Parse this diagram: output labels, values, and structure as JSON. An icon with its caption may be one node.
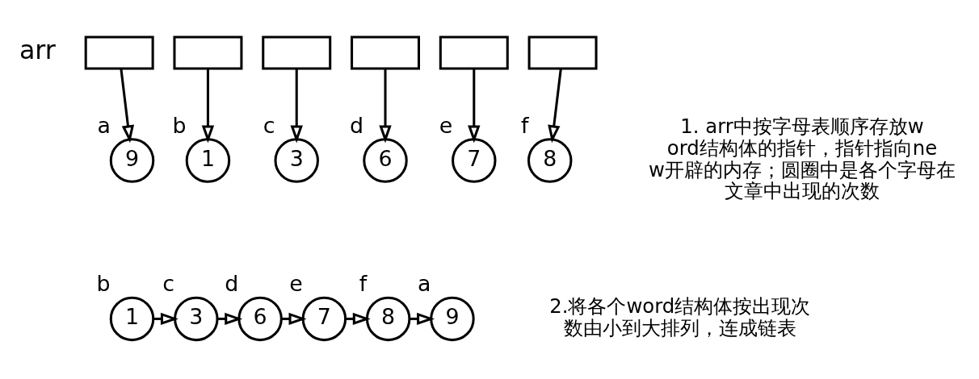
{
  "diagram": {
    "nodes": [
      {
        "text": [],
        "shape": "box"
      },
      {
        "text": [],
        "shape": "box"
      },
      {
        "text": [],
        "shape": "box"
      },
      {
        "text": [],
        "shape": "box"
      },
      {
        "text": [],
        "shape": "box"
      },
      {
        "text": [],
        "shape": "box"
      },
      {
        "text": [
          "9"
        ],
        "beside": [
          "a"
        ]
      },
      {
        "text": [
          "1"
        ],
        "beside": [
          "b"
        ]
      },
      {
        "text": [
          "3"
        ],
        "beside": [
          "c"
        ]
      },
      {
        "text": [
          "6"
        ],
        "beside": [
          "d"
        ]
      },
      {
        "text": [
          "7"
        ],
        "beside": [
          "e"
        ]
      },
      {
        "text": [
          "8"
        ],
        "beside": [
          "f"
        ]
      },
      {
        "text": [
          "1"
        ],
        "beside": [
          "b"
        ]
      },
      {
        "text": [
          "3"
        ],
        "beside": [
          "c"
        ]
      },
      {
        "text": [
          "6"
        ],
        "beside": [
          "d"
        ]
      },
      {
        "text": [
          "7"
        ],
        "beside": [
          "e"
        ]
      },
      {
        "text": [
          "8"
        ],
        "beside": [
          "f"
        ]
      },
      {
        "text": [
          "9"
        ],
        "beside": [
          "a"
        ]
      }
    ],
    "edges": [
      {
        "from": 0,
        "to": 6,
        "arrow": "to"
      },
      {
        "from": 1,
        "to": 7,
        "arrow": "to"
      },
      {
        "from": 2,
        "to": 8,
        "arrow": "to"
      },
      {
        "from": 3,
        "to": 9,
        "arrow": "to"
      },
      {
        "from": 4,
        "to": 10,
        "arrow": "to"
      },
      {
        "from": 5,
        "to": 11,
        "arrow": "to"
      },
      {
        "from": 12,
        "to": 13,
        "arrow": "to"
      },
      {
        "from": 13,
        "to": 14,
        "arrow": "to"
      },
      {
        "from": 14,
        "to": 15,
        "arrow": "to"
      },
      {
        "from": 15,
        "to": 16,
        "arrow": "to"
      },
      {
        "from": 16,
        "to": 17,
        "arrow": "to"
      }
    ],
    "labels": [
      "arr",
      "1. arr中按字母表顺序存放word结构体的指针，指针指向new开辟的内存；圆圈中是各个字母在文章中出现的次数",
      "2.将各个word结构体按出现次数由小到大排列，连成链表"
    ]
  }
}
